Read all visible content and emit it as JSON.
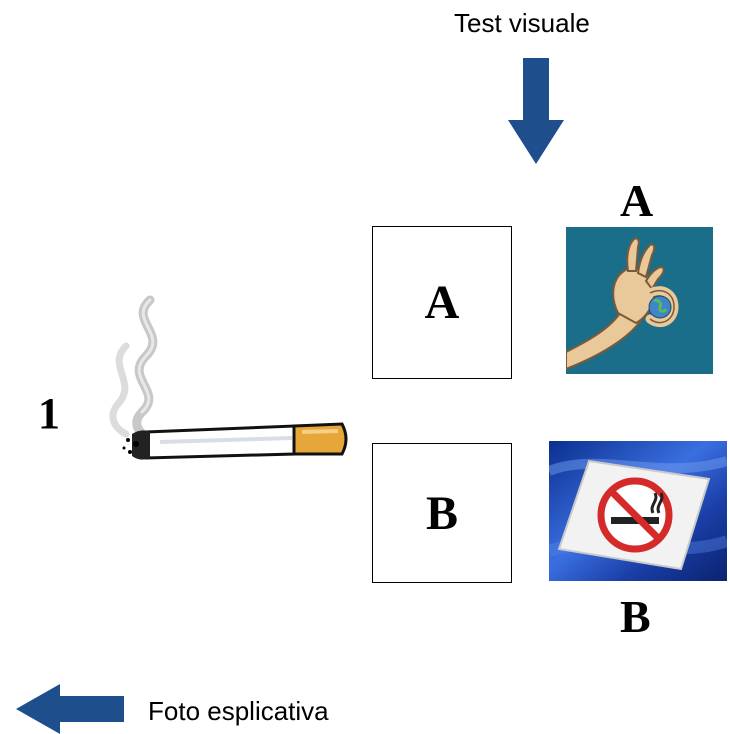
{
  "labels": {
    "top": "Test visuale",
    "bottom": "Foto esplicativa",
    "trial_number": "1"
  },
  "boxes": {
    "a": "A",
    "b": "B"
  },
  "image_labels": {
    "a": "A",
    "b": "B"
  },
  "icons": {
    "down_arrow": "down-arrow-icon",
    "left_arrow": "left-arrow-icon",
    "cigarette": "cigarette-icon",
    "ok_hand_globe": "ok-hand-globe-icon",
    "no_smoking_sign": "no-smoking-sign-icon"
  },
  "colors": {
    "arrow": "#1f4e8c",
    "teal_bg": "#1a6e8a",
    "no_smoking_red": "#d42a2a",
    "filter_orange": "#e7a63a"
  }
}
